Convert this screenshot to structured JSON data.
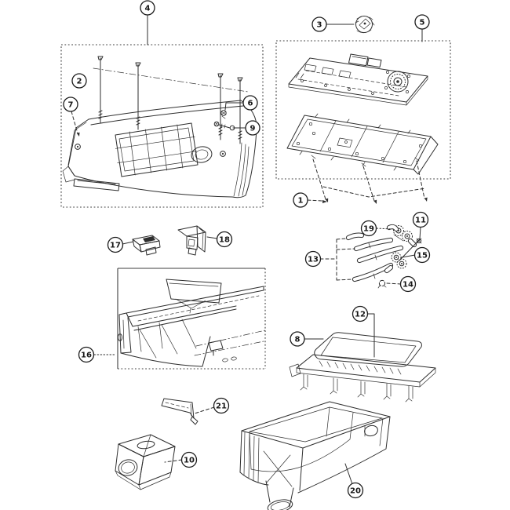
{
  "diagram": {
    "kind": "appliance-exploded-parts-diagram",
    "background_color": "#ffffff",
    "line_color": "#2e2e2e",
    "callout_fill": "#ffffff",
    "callout_stroke": "#1c1c1c"
  },
  "callouts": {
    "c1": "1",
    "c2": "2",
    "c3": "3",
    "c4": "4",
    "c5": "5",
    "c6": "6",
    "c7": "7",
    "c8": "8",
    "c9": "9",
    "c10": "10",
    "c11": "11",
    "c12": "12",
    "c13": "13",
    "c14": "14",
    "c15": "15",
    "c16": "16",
    "c17": "17",
    "c18": "18",
    "c19": "19",
    "c20": "20",
    "c21": "21"
  }
}
